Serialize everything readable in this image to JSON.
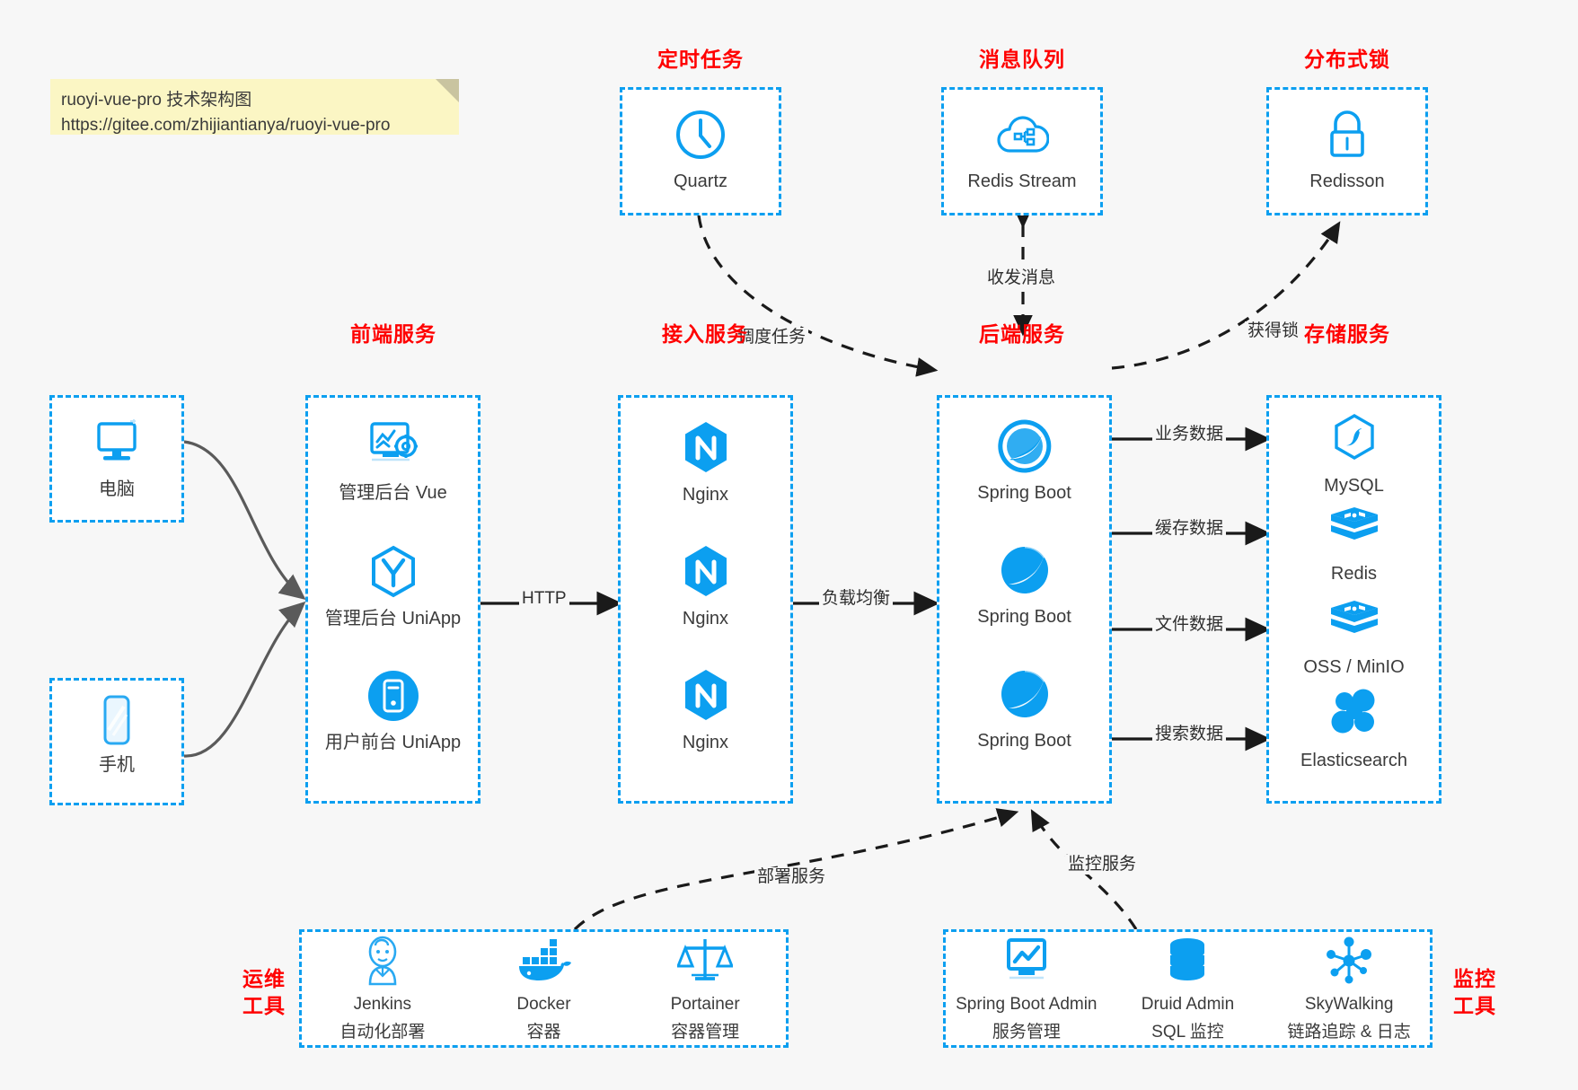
{
  "note": {
    "line1": "ruoyi-vue-pro 技术架构图",
    "line2": "https://gitee.com/zhijiantianya/ruoyi-vue-pro"
  },
  "colors": {
    "accent": "#0c9ff0",
    "title": "#ff0000",
    "text": "#3b3b3b",
    "background": "#f7f7f7",
    "note": "#fbf6c4",
    "arrow_solid": "#1a1a1a",
    "arrow_gray": "#5a5a5a"
  },
  "groups": {
    "scheduled_task": {
      "title": "定时任务"
    },
    "message_queue": {
      "title": "消息队列"
    },
    "distributed_lock": {
      "title": "分布式锁"
    },
    "frontend": {
      "title": "前端服务"
    },
    "gateway": {
      "title": "接入服务"
    },
    "backend": {
      "title": "后端服务"
    },
    "storage": {
      "title": "存储服务"
    },
    "devops": {
      "title_line1": "运维",
      "title_line2": "工具"
    },
    "monitor": {
      "title_line1": "监控",
      "title_line2": "工具"
    }
  },
  "clients": [
    {
      "label": "电脑",
      "icon": "desktop-computer-icon"
    },
    {
      "label": "手机",
      "icon": "mobile-phone-icon"
    }
  ],
  "scheduled_task_nodes": [
    {
      "label": "Quartz",
      "icon": "clock-icon"
    }
  ],
  "message_queue_nodes": [
    {
      "label": "Redis Stream",
      "icon": "cloud-stream-icon"
    }
  ],
  "distributed_lock_nodes": [
    {
      "label": "Redisson",
      "icon": "lock-icon"
    }
  ],
  "frontend_nodes": [
    {
      "label": "管理后台 Vue",
      "icon": "dashboard-gear-icon"
    },
    {
      "label": "管理后台 UniApp",
      "icon": "uniapp-hexagon-icon"
    },
    {
      "label": "用户前台 UniApp",
      "icon": "mobile-circle-icon"
    }
  ],
  "gateway_nodes": [
    {
      "label": "Nginx",
      "icon": "nginx-icon"
    },
    {
      "label": "Nginx",
      "icon": "nginx-icon"
    },
    {
      "label": "Nginx",
      "icon": "nginx-icon"
    }
  ],
  "backend_nodes": [
    {
      "label": "Spring Boot",
      "icon": "spring-boot-icon"
    },
    {
      "label": "Spring Boot",
      "icon": "spring-boot-icon"
    },
    {
      "label": "Spring Boot",
      "icon": "spring-boot-icon"
    }
  ],
  "storage_nodes": [
    {
      "label": "MySQL",
      "icon": "mysql-icon"
    },
    {
      "label": "Redis",
      "icon": "redis-icon"
    },
    {
      "label": "OSS / MinIO",
      "icon": "oss-minio-icon"
    },
    {
      "label": "Elasticsearch",
      "icon": "elasticsearch-icon"
    }
  ],
  "devops_nodes": [
    {
      "name": "Jenkins",
      "desc": "自动化部署",
      "icon": "jenkins-icon"
    },
    {
      "name": "Docker",
      "desc": "容器",
      "icon": "docker-whale-icon"
    },
    {
      "name": "Portainer",
      "desc": "容器管理",
      "icon": "scales-balance-icon"
    }
  ],
  "monitor_nodes": [
    {
      "name": "Spring Boot Admin",
      "desc": "服务管理",
      "icon": "monitor-chart-icon"
    },
    {
      "name": "Druid Admin",
      "desc": "SQL 监控",
      "icon": "database-stack-icon"
    },
    {
      "name": "SkyWalking",
      "desc": "链路追踪 & 日志",
      "icon": "skywalking-network-icon"
    }
  ],
  "edge_labels": {
    "schedule_task": "调度任务",
    "send_receive_message": "收发消息",
    "acquire_lock": "获得锁",
    "http": "HTTP",
    "load_balance": "负载均衡",
    "business_data": "业务数据",
    "cache_data": "缓存数据",
    "file_data": "文件数据",
    "search_data": "搜索数据",
    "deploy_service": "部署服务",
    "monitor_service": "监控服务"
  }
}
